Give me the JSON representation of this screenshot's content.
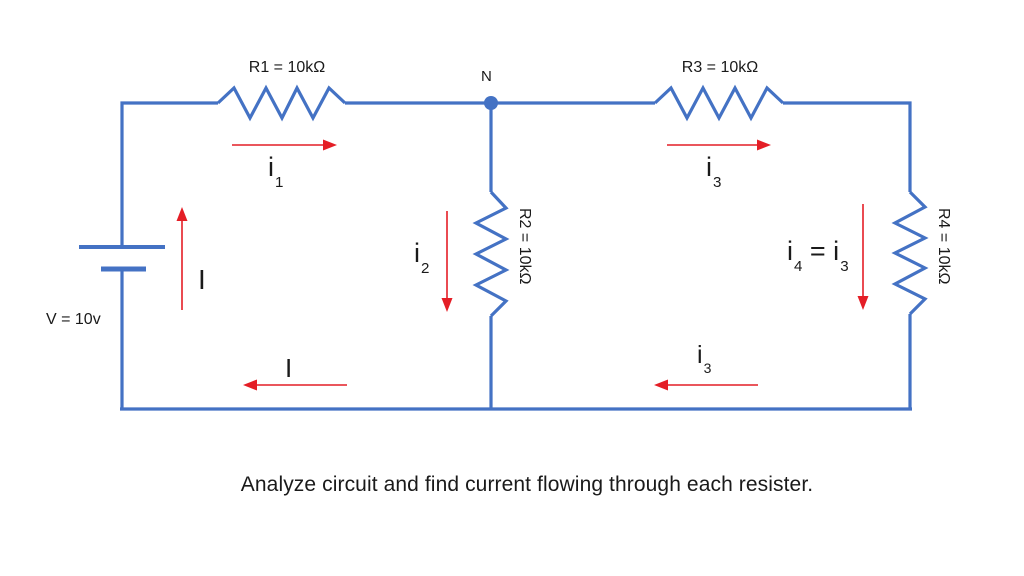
{
  "colors": {
    "wire": "#4472c4",
    "arrow": "#e41e26",
    "label": "#1a1a1a"
  },
  "battery": {
    "voltage_label": "V = 10v"
  },
  "node": {
    "label": "N"
  },
  "resistors": {
    "r1": {
      "label": "R1 = 10kΩ"
    },
    "r2": {
      "label": "R2 = 10kΩ"
    },
    "r3": {
      "label": "R3 = 10kΩ"
    },
    "r4": {
      "label": "R4 = 10kΩ"
    }
  },
  "currents": {
    "i1": {
      "base": "i",
      "sub": "1"
    },
    "i2": {
      "base": "i",
      "sub": "2"
    },
    "i3_top": {
      "base": "i",
      "sub": "3"
    },
    "i3_bottom": {
      "base": "i",
      "sub": "3"
    },
    "i4": {
      "base": "i",
      "sub": "4",
      "eq": " = i",
      "sub2": "3"
    },
    "loop_left": {
      "label": "I"
    },
    "loop_bottom": {
      "label": "I"
    }
  },
  "caption": "Analyze circuit and find current flowing through each resister."
}
